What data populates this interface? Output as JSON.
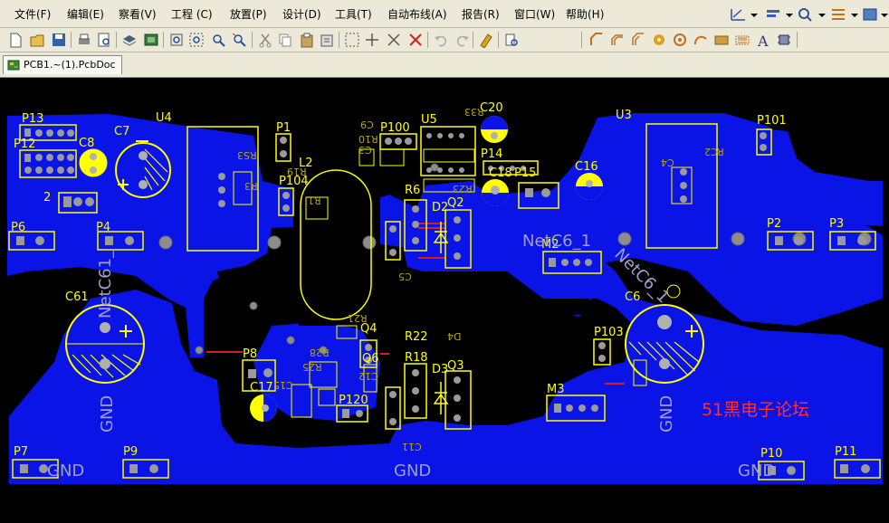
{
  "menu": {
    "items": [
      "文件(F)",
      "编辑(E)",
      "察看(V)",
      "工程 (C)",
      "放置(P)",
      "设计(D)",
      "工具(T)",
      "自动布线(A)",
      "报告(R)",
      "窗口(W)",
      "帮助(H)"
    ]
  },
  "tabs": {
    "active": "PCB1.~(1).PcbDoc"
  },
  "board": {
    "colors": {
      "background": "#000000",
      "copper": "#0a14e6",
      "silk": "#ffff00",
      "pad": "#c8c8c8",
      "bottom_silk": "#b8a800",
      "watermark": "#ff3030"
    },
    "components": {
      "P13": "P13",
      "P12": "P12",
      "C8": "C8",
      "C7": "C7",
      "U4": "U4",
      "P1": "P1",
      "P100": "P100",
      "U5": "U5",
      "C20": "C20",
      "U3": "U3",
      "P101": "P101",
      "L2": "L2",
      "P104": "P104",
      "P14": "P14",
      "P15": "P15",
      "C16": "C16",
      "R6": "R6",
      "Q2": "Q2",
      "D2": "D2",
      "C18": "C18",
      "P2": "P2",
      "P3": "P3",
      "P6": "P6",
      "P4": "P4",
      "C61": "C61",
      "M2": "M2",
      "C6": "C6",
      "Q4": "Q4",
      "P8": "P8",
      "R22": "R22",
      "R18": "R18",
      "D3": "D3",
      "Q3": "Q3",
      "P103": "P103",
      "C17": "C17",
      "Q6": "Q6",
      "P120": "P120",
      "M3": "M3",
      "P7": "P7",
      "P9": "P9",
      "P10": "P10",
      "P11": "P11",
      "J2": "2"
    },
    "bottom_labels": {
      "R33": "R33",
      "C9": "C9",
      "C3": "C3",
      "R1": "R1",
      "RS3": "RS3",
      "R19": "R19",
      "R10": "R10",
      "R23": "R23",
      "R3": "R3",
      "C4": "C4",
      "RC2": "RC2",
      "C5": "C5",
      "R21": "R21",
      "C11": "C11",
      "R28": "R28",
      "C15": "C15",
      "R25": "R25",
      "D4": "D4",
      "C12": "C12"
    },
    "nets": {
      "netc6": "NetC6_1",
      "netc6_rot": "NetC6_1",
      "netc61": "NetC61_",
      "gnd": [
        "GND",
        "GND",
        "GND",
        "GND",
        "GND"
      ]
    },
    "watermark": "51黑电子论坛"
  }
}
